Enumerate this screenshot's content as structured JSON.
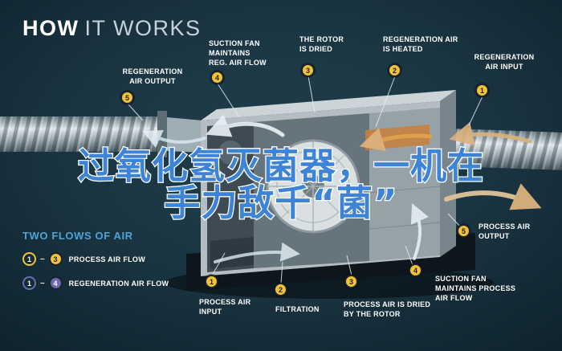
{
  "title": {
    "bold": "HOW",
    "light": "IT WORKS"
  },
  "overlay": {
    "line1": "过氧化氢灭菌器，一机在",
    "line2": "手力敌千“菌”"
  },
  "callouts": {
    "regen_output": {
      "num": "5",
      "label": "REGENERATION\nAIR OUTPUT"
    },
    "suction_regen": {
      "num": "4",
      "label": "SUCTION FAN\nMAINTAINS\nREG. AIR FLOW"
    },
    "rotor_dried": {
      "num": "3",
      "label": "THE ROTOR\nIS DRIED"
    },
    "regen_heated": {
      "num": "2",
      "label": "REGENERATION AIR\nIS HEATED"
    },
    "regen_input": {
      "num": "1",
      "label": "REGENERATION\nAIR INPUT"
    },
    "process_output": {
      "num": "5",
      "label": "PROCESS AIR\nOUTPUT"
    },
    "suction_process": {
      "num": "4",
      "label": "SUCTION FAN\nMAINTAINS PROCESS\nAIR FLOW"
    },
    "process_dried": {
      "num": "3",
      "label": "PROCESS AIR IS DRIED\nBY THE ROTOR"
    },
    "filtration": {
      "num": "2",
      "label": "FILTRATION"
    },
    "process_input": {
      "num": "1",
      "label": "PROCESS AIR\nINPUT"
    }
  },
  "legend": {
    "heading": "TWO FLOWS OF AIR",
    "dash": "–",
    "process": {
      "from": "1",
      "to": "3",
      "label": "PROCESS AIR FLOW"
    },
    "regeneration": {
      "from": "1",
      "to": "4",
      "label": "REGENERATION AIR FLOW"
    }
  },
  "colors": {
    "background": "#16313e",
    "badge_yellow": "#f2c238",
    "badge_purple": "#6a69b0",
    "legend_blue": "#4fa3d8",
    "overlay_blue": "#3d83d6"
  }
}
